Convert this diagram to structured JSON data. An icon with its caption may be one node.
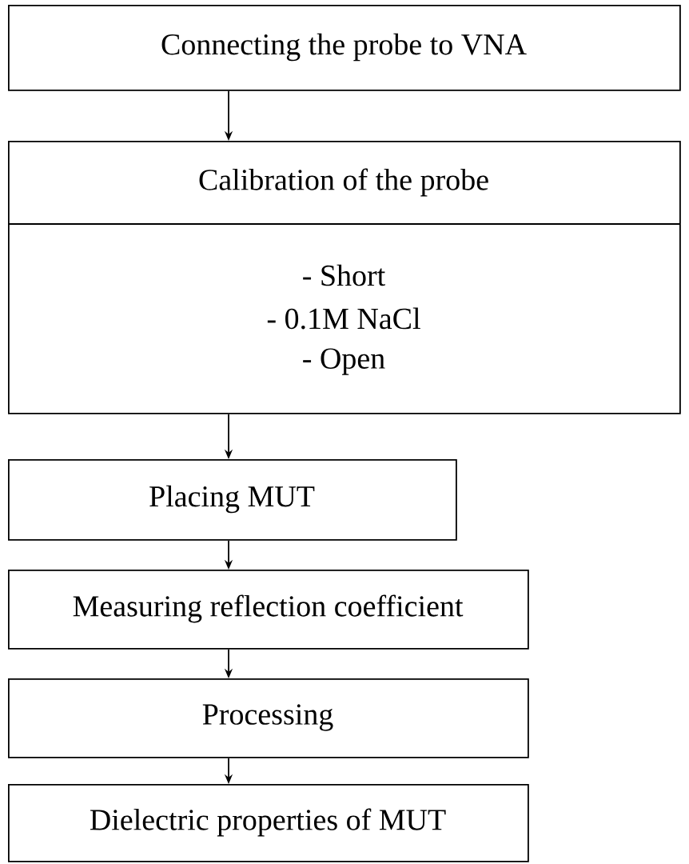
{
  "diagram": {
    "nodes": [
      {
        "text": [
          "Connecting the probe to VNA"
        ]
      },
      {
        "text": [
          "Calibration of the probe",
          "- Short",
          "- 0.1M NaCl",
          "- Open"
        ]
      },
      {
        "text": [
          "Placing MUT"
        ]
      },
      {
        "text": [
          "Measuring reflection coefficient"
        ]
      },
      {
        "text": [
          "Processing"
        ]
      },
      {
        "text": [
          "Dielectric properties of MUT"
        ]
      }
    ],
    "edges": [
      {
        "from": 0,
        "to": 1,
        "arrow": "to"
      },
      {
        "from": 1,
        "to": 2,
        "arrow": "to"
      },
      {
        "from": 2,
        "to": 3,
        "arrow": "to"
      },
      {
        "from": 3,
        "to": 4,
        "arrow": "to"
      },
      {
        "from": 4,
        "to": 5,
        "arrow": "to"
      }
    ]
  }
}
